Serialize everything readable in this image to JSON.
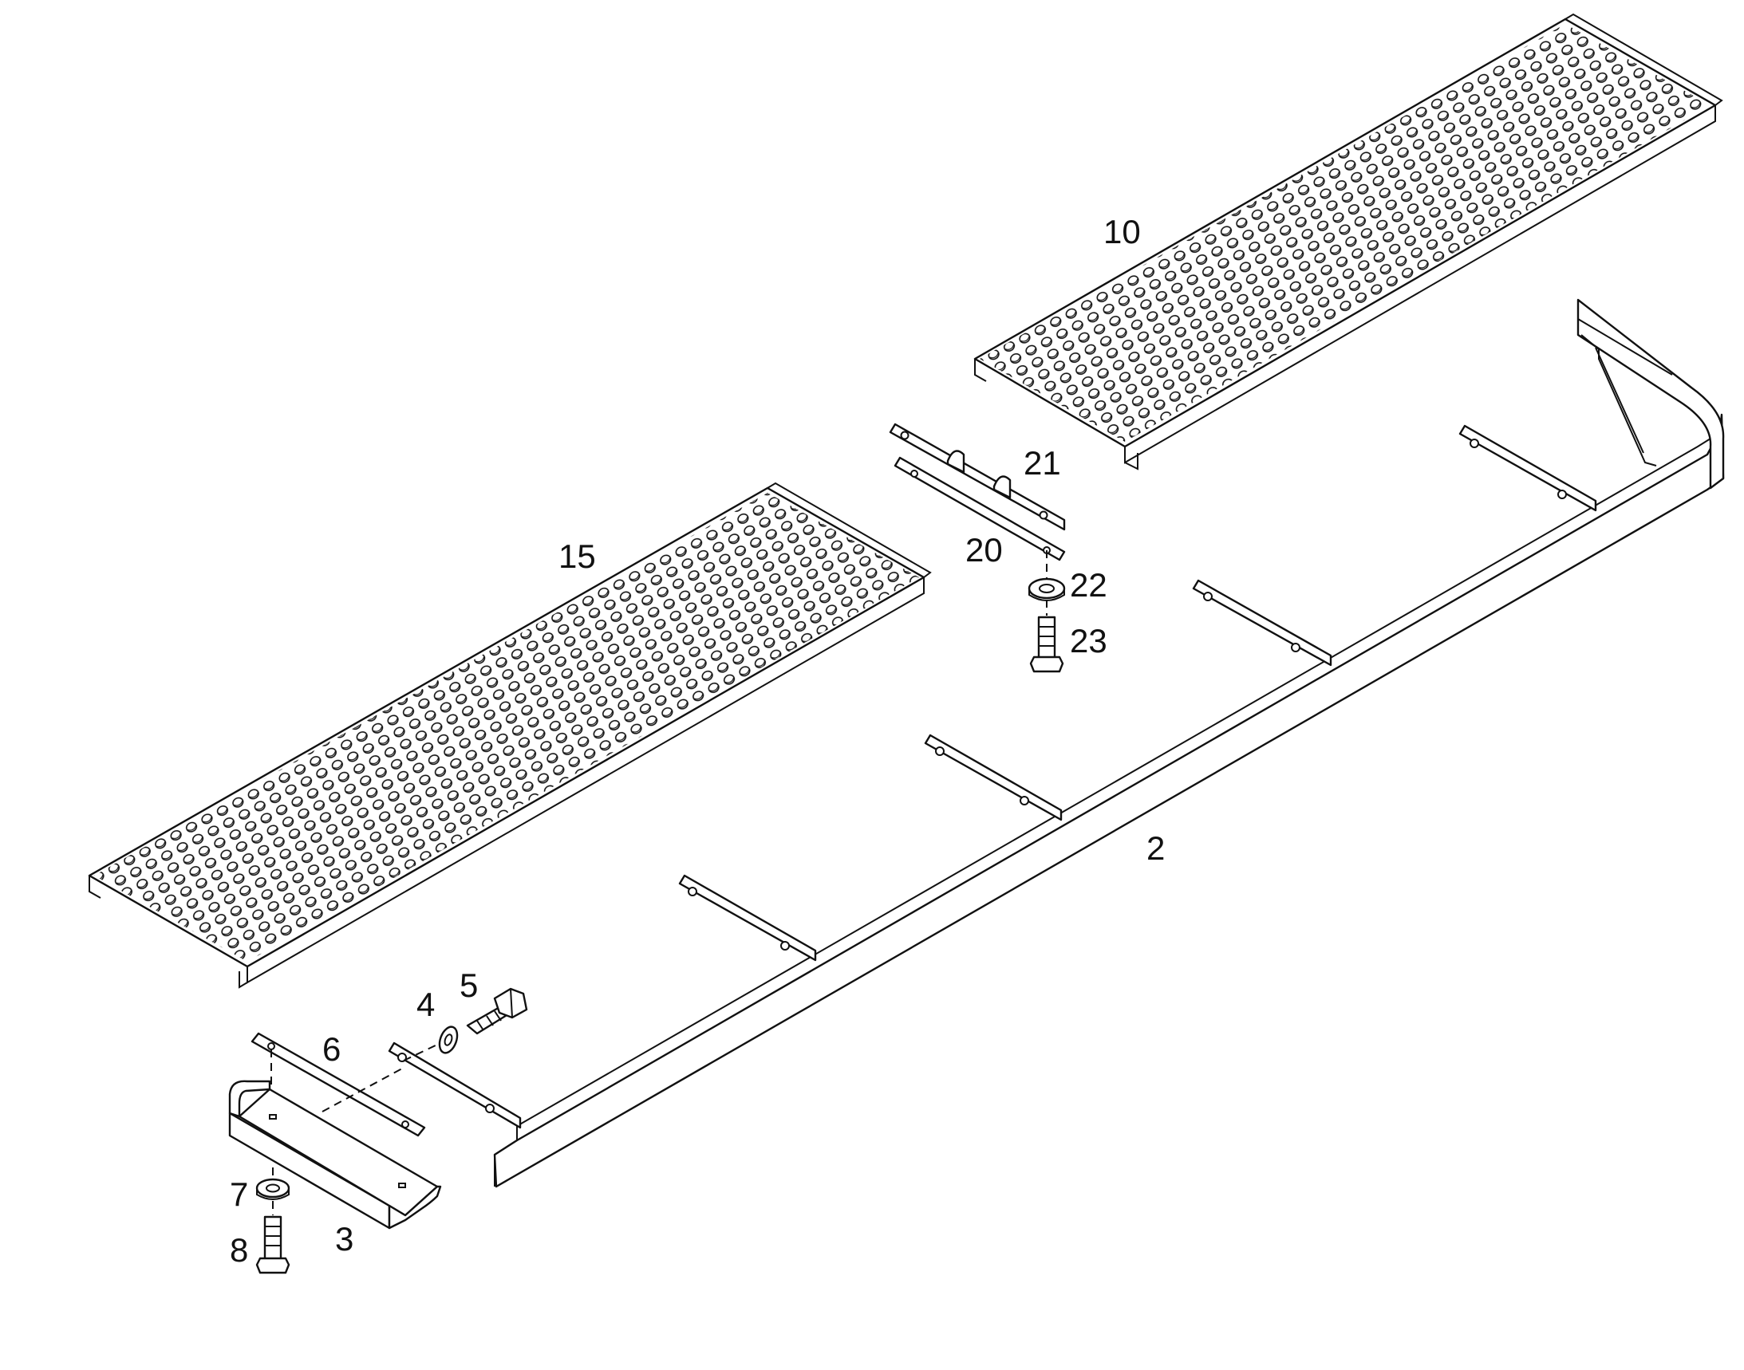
{
  "labels": {
    "p2": "2",
    "p3": "3",
    "p4": "4",
    "p5": "5",
    "p6": "6",
    "p7": "7",
    "p8": "8",
    "p10": "10",
    "p15": "15",
    "p20": "20",
    "p21": "21",
    "p22": "22",
    "p23": "23"
  },
  "colors": {
    "line": "#111111",
    "background": "#ffffff"
  }
}
